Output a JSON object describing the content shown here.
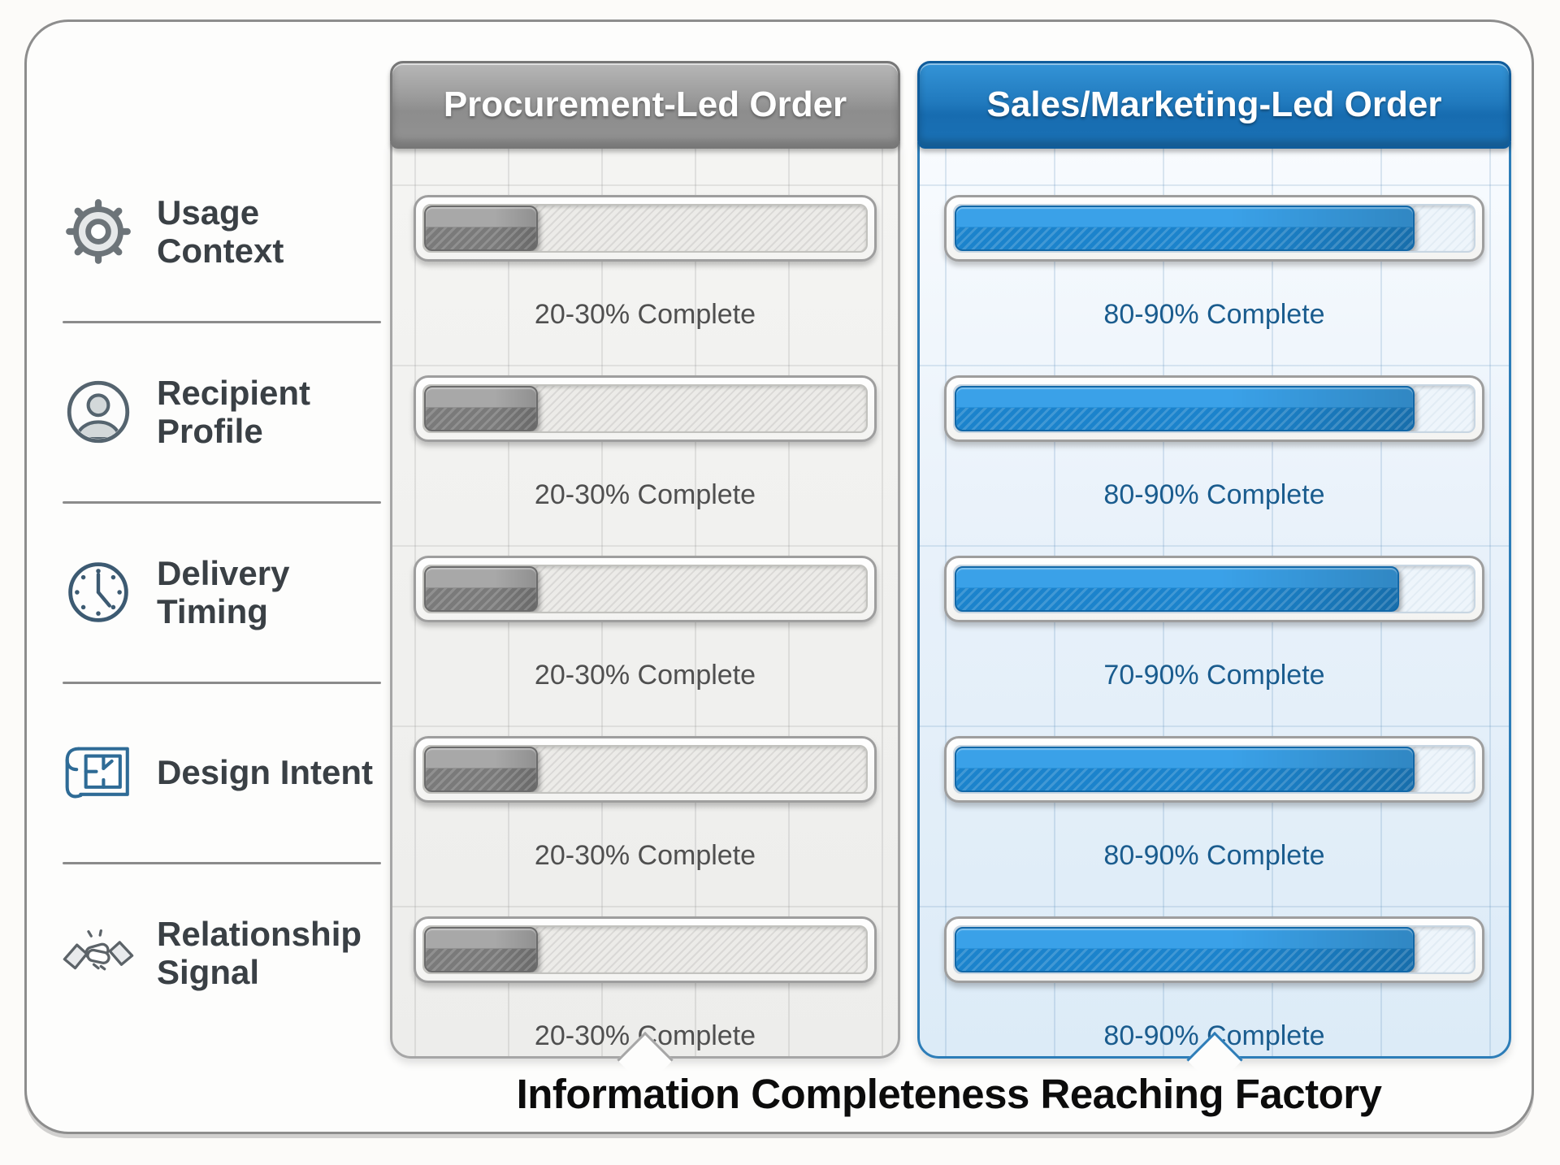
{
  "figure": {
    "caption": "Information Completeness Reaching Factory"
  },
  "categories": [
    {
      "label": "Usage Context",
      "icon": "gear-icon"
    },
    {
      "label": "Recipient Profile",
      "icon": "user-icon"
    },
    {
      "label": "Delivery Timing",
      "icon": "clock-icon"
    },
    {
      "label": "Design Intent",
      "icon": "blueprint-icon"
    },
    {
      "label": "Relationship Signal",
      "icon": "handshake-icon"
    }
  ],
  "columns": [
    {
      "title": "Procurement-Led Order",
      "theme": "gray",
      "accent_color": "#8f8f8f",
      "rows": [
        {
          "label": "20-30% Complete",
          "percent": 25
        },
        {
          "label": "20-30% Complete",
          "percent": 25
        },
        {
          "label": "20-30% Complete",
          "percent": 25
        },
        {
          "label": "20-30% Complete",
          "percent": 25
        },
        {
          "label": "20-30% Complete",
          "percent": 25
        }
      ]
    },
    {
      "title": "Sales/Marketing-Led Order",
      "theme": "blue",
      "accent_color": "#1e78bd",
      "rows": [
        {
          "label": "80-90% Complete",
          "percent": 88
        },
        {
          "label": "80-90% Complete",
          "percent": 88
        },
        {
          "label": "70-90% Complete",
          "percent": 85
        },
        {
          "label": "80-90% Complete",
          "percent": 88
        },
        {
          "label": "80-90% Complete",
          "percent": 88
        }
      ]
    }
  ],
  "chart_data": {
    "type": "bar",
    "orientation": "horizontal",
    "categories": [
      "Usage Context",
      "Recipient Profile",
      "Delivery Timing",
      "Design Intent",
      "Relationship Signal"
    ],
    "series": [
      {
        "name": "Procurement-Led Order",
        "value_labels": [
          "20-30% Complete",
          "20-30% Complete",
          "20-30% Complete",
          "20-30% Complete",
          "20-30% Complete"
        ],
        "values_pct": [
          25,
          25,
          25,
          25,
          25
        ],
        "color": "#8f8f8f"
      },
      {
        "name": "Sales/Marketing-Led Order",
        "value_labels": [
          "80-90% Complete",
          "80-90% Complete",
          "70-90% Complete",
          "80-90% Complete",
          "80-90% Complete"
        ],
        "values_pct": [
          88,
          88,
          85,
          88,
          88
        ],
        "color": "#1e78bd"
      }
    ],
    "title": "Information Completeness Reaching Factory",
    "unit": "% complete",
    "xlim": [
      0,
      100
    ],
    "grid": true,
    "legend_position": "column headers"
  }
}
